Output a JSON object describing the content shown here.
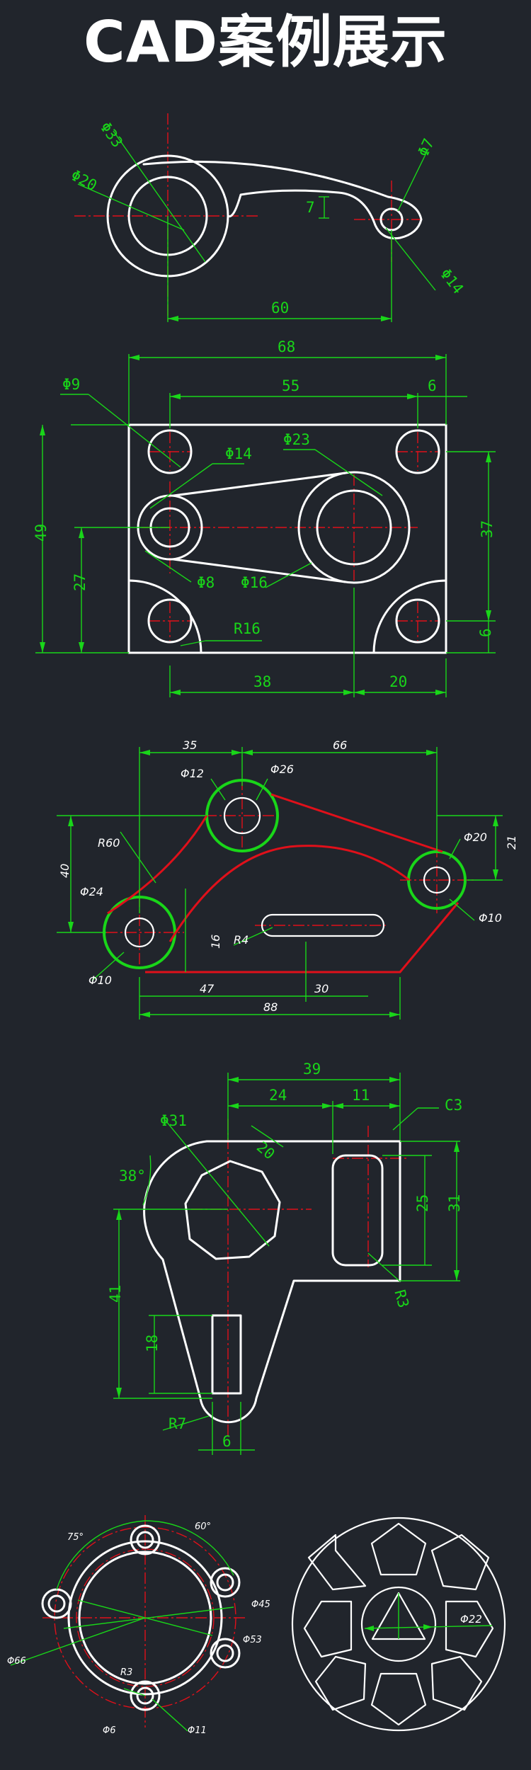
{
  "header": {
    "title": "CAD案例展示"
  },
  "drawing1": {
    "labels": [
      "Φ33",
      "Φ20",
      "Φ7",
      "7",
      "Φ14",
      "60"
    ]
  },
  "drawing2": {
    "labels": [
      "68",
      "55",
      "6",
      "Φ9",
      "Φ23",
      "Φ14",
      "49",
      "27",
      "37",
      "Φ8",
      "Φ16",
      "R16",
      "6",
      "38",
      "20"
    ]
  },
  "drawing3": {
    "labels": [
      "35",
      "66",
      "Φ12",
      "Φ26",
      "R60",
      "40",
      "Φ20",
      "21",
      "Φ24",
      "R4",
      "16",
      "Φ10",
      "Φ10",
      "47",
      "30",
      "88"
    ]
  },
  "drawing4": {
    "labels": [
      "39",
      "24",
      "11",
      "C3",
      "Φ31",
      "20",
      "38°",
      "25",
      "31",
      "41",
      "R3",
      "18",
      "R7",
      "6"
    ]
  },
  "drawing5": {
    "labels": [
      "75°",
      "60°",
      "Φ45",
      "Φ53",
      "Φ66",
      "R3",
      "Φ6",
      "Φ11"
    ]
  },
  "drawing6": {
    "labels": [
      "Φ22"
    ]
  }
}
